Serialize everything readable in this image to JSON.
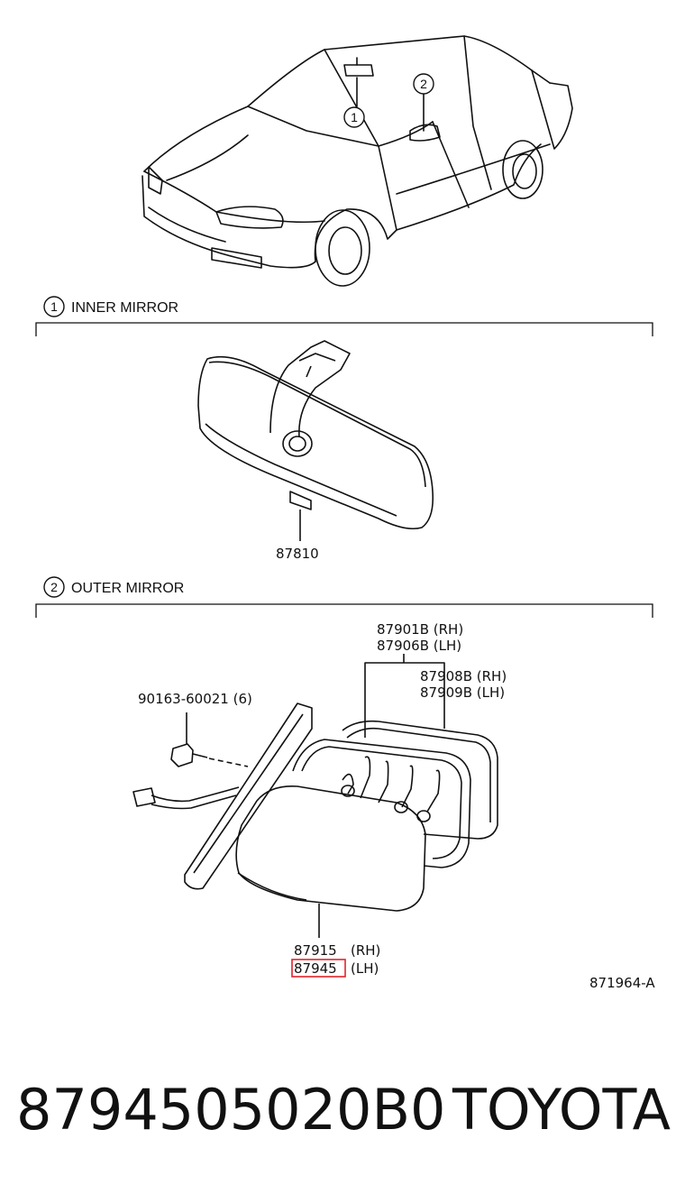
{
  "sections": {
    "inner": {
      "index": "1",
      "title": "INNER MIRROR",
      "part": "87810"
    },
    "outer": {
      "index": "2",
      "title": "OUTER MIRROR"
    }
  },
  "callouts": {
    "c1": "1",
    "c2": "2"
  },
  "parts": {
    "p1": "87901B (RH)",
    "p2": "87906B (LH)",
    "p3": "87908B (RH)",
    "p4": "87909B (LH)",
    "p5": "90163-60021 (6)",
    "p6_num": "87915",
    "p6_side": "(RH)",
    "p7_num": "87945",
    "p7_side": "(LH)"
  },
  "diagram_code": "871964-A",
  "footer": {
    "part_number": "8794505020B0",
    "brand": "TOYOTA"
  },
  "colors": {
    "highlight": "#e0242c"
  }
}
